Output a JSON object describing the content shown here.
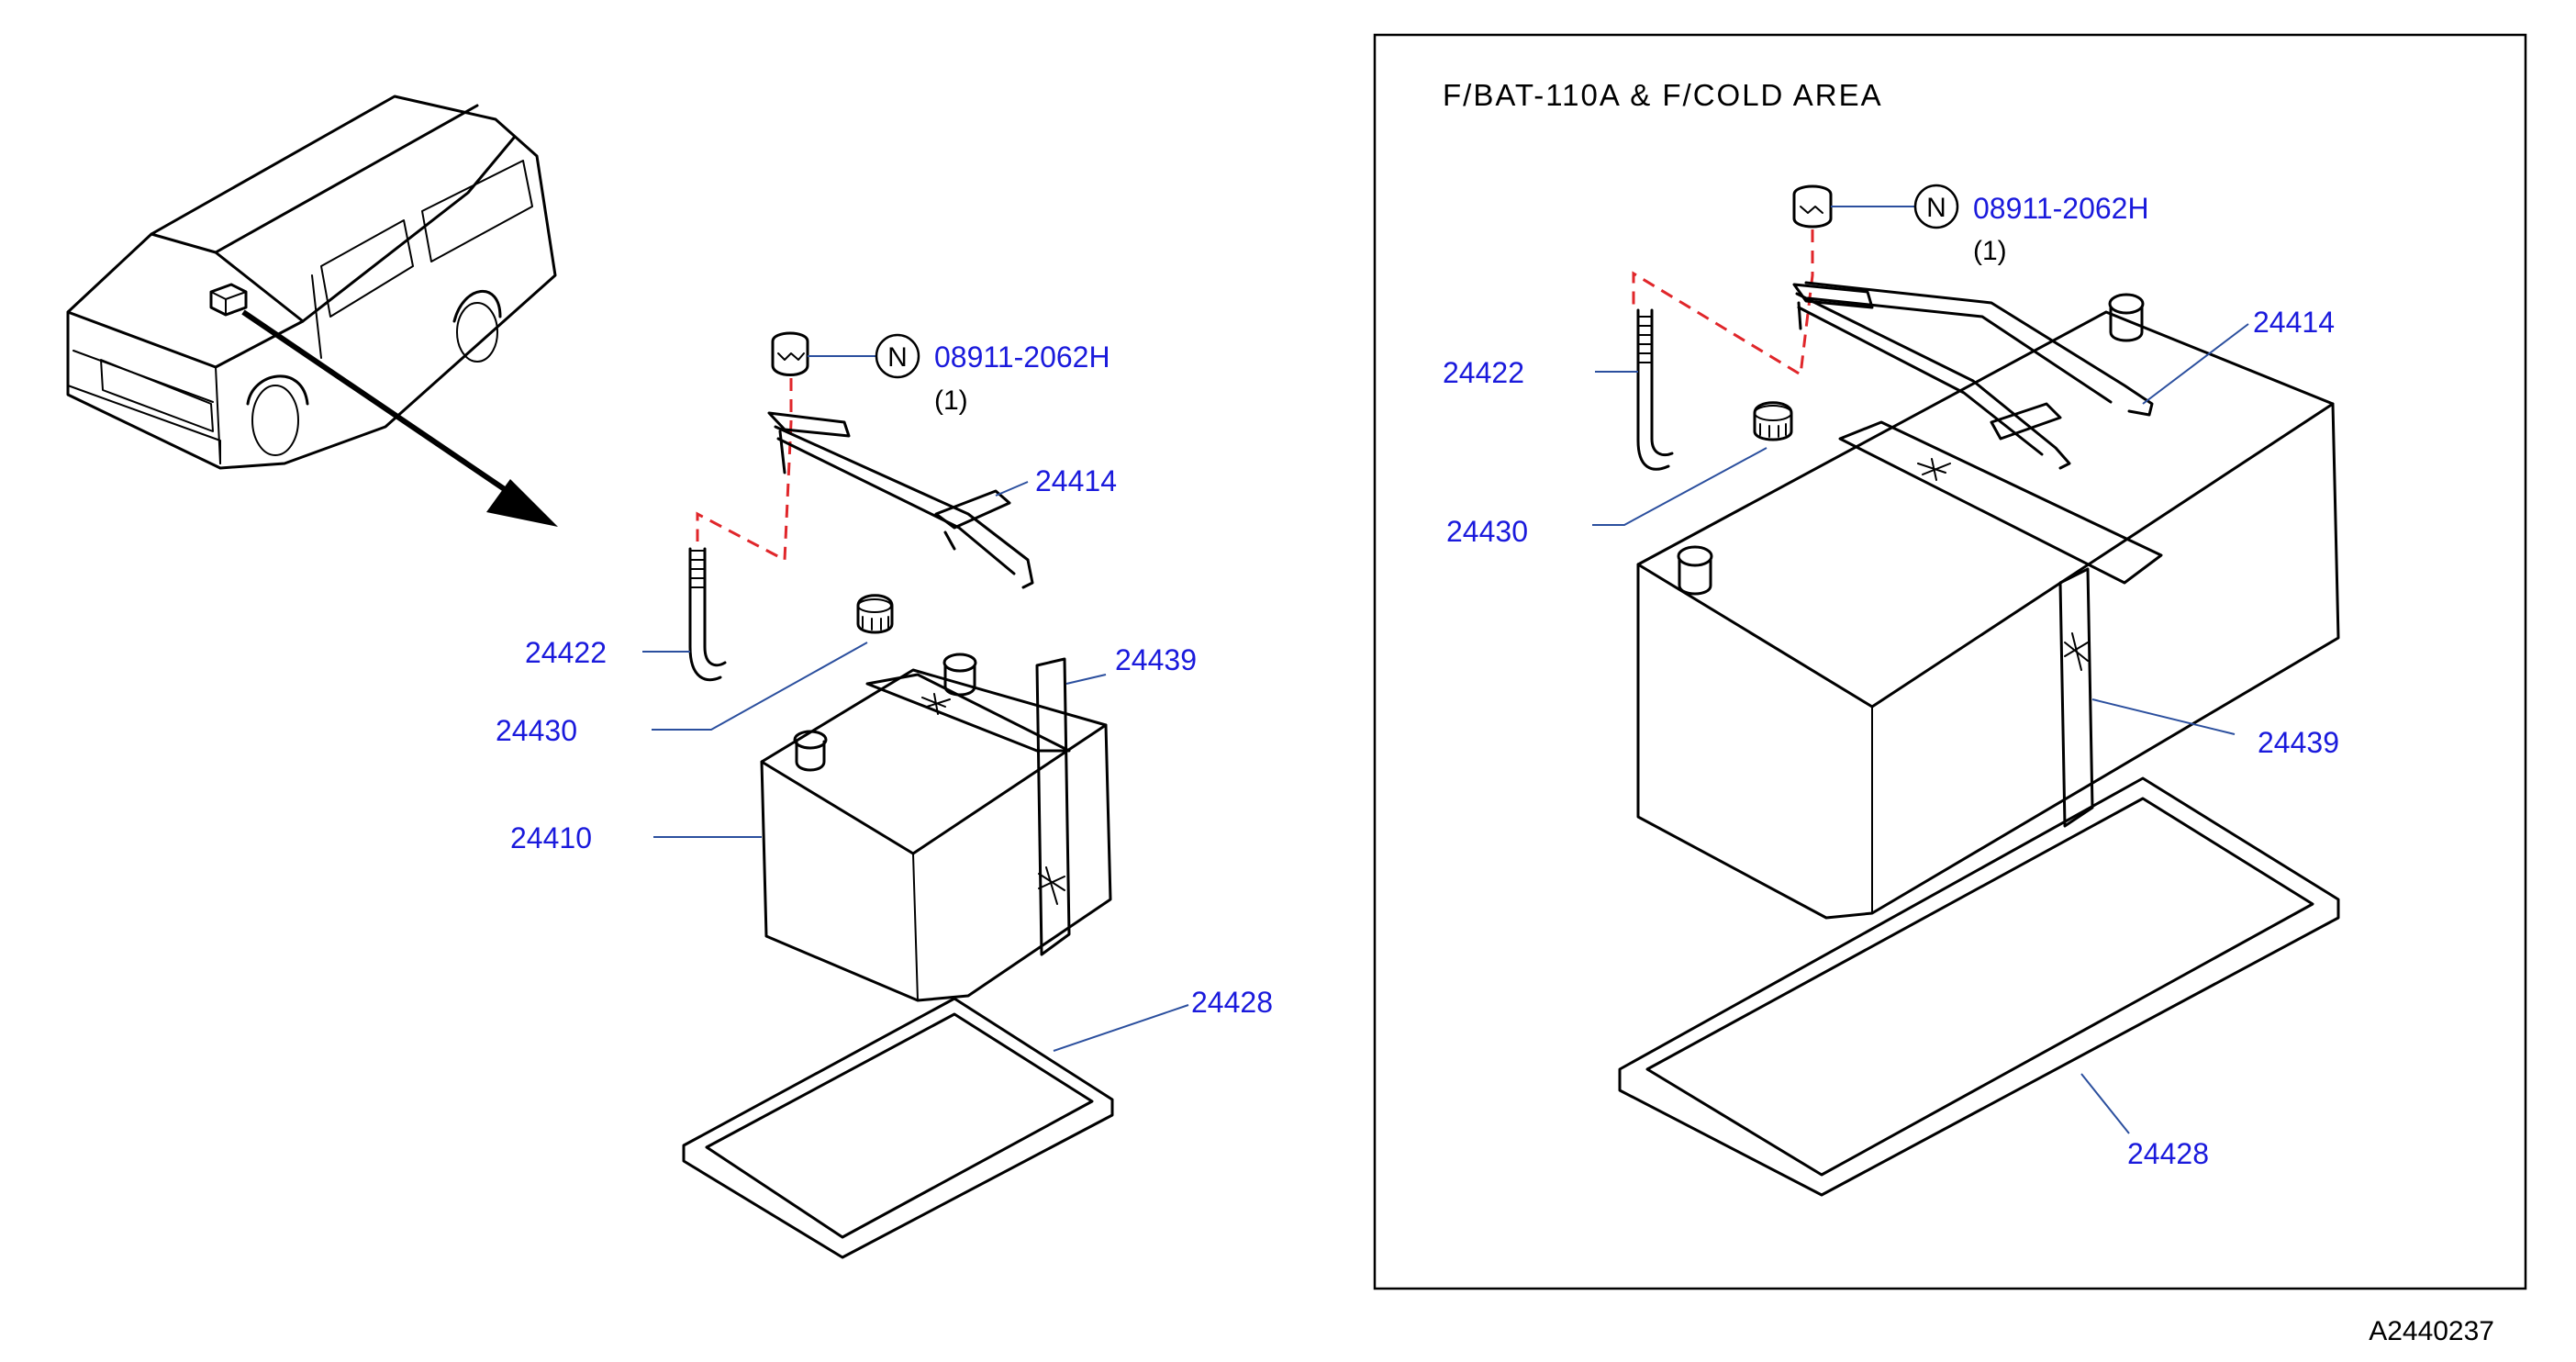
{
  "diagram_ref": "A2440237",
  "inset_title": "F/BAT-110A  &  F/COLD  AREA",
  "left": {
    "std_part_mark": "N",
    "std_part_number": "08911-2062H",
    "std_part_qty": "(1)",
    "labels": {
      "p24414": "24414",
      "p24422": "24422",
      "p24430": "24430",
      "p24439": "24439",
      "p24410": "24410",
      "p24428": "24428"
    }
  },
  "inset": {
    "std_part_mark": "N",
    "std_part_number": "08911-2062H",
    "std_part_qty": "(1)",
    "labels": {
      "p24414": "24414",
      "p24422": "24422",
      "p24430": "24430",
      "p24439": "24439",
      "p24428": "24428"
    }
  },
  "colors": {
    "part_label": "#1a1adc",
    "leader": "#2b4f9e",
    "hidden_line": "#e0262a"
  }
}
